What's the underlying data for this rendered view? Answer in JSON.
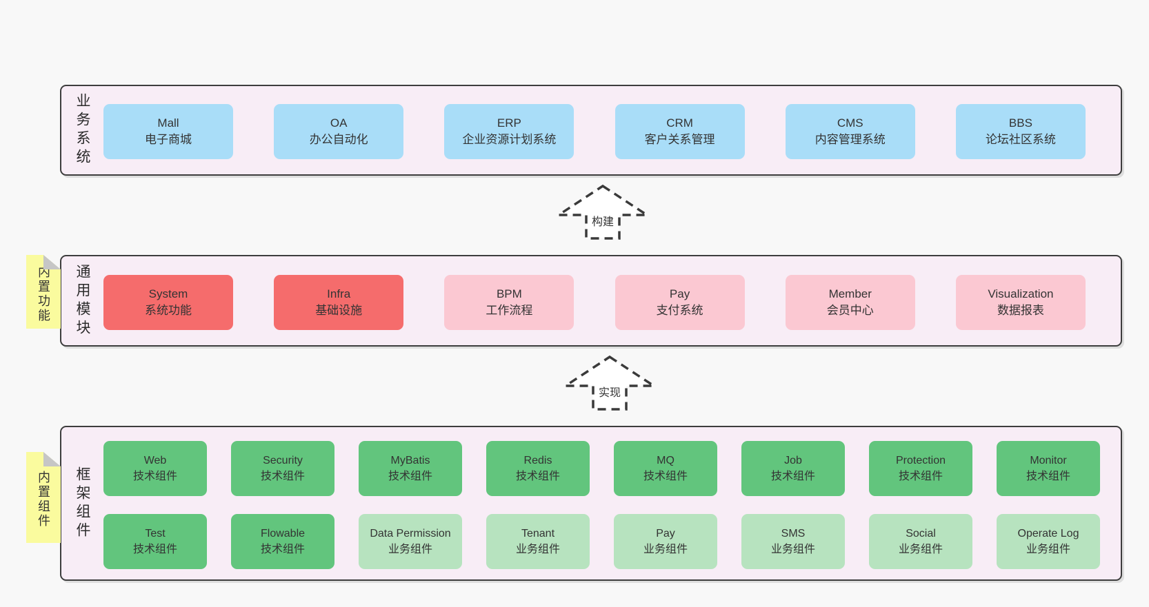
{
  "colors": {
    "page_bg": "#f8f8f8",
    "panel_bg": "#f8edf6",
    "panel_border": "#3d3d3d",
    "blue": "#a9ddf8",
    "red": "#f56c6c",
    "pink": "#fbc8d2",
    "green": "#62c57d",
    "light_green": "#b7e3bf",
    "note_yellow": "#fafb9e",
    "note_fold": "#c6c6c6",
    "text": "#333333"
  },
  "sections": [
    {
      "id": "business-systems",
      "label": "业务系统",
      "rows": [
        [
          {
            "title": "Mall",
            "subtitle": "电子商城",
            "variant": "blue"
          },
          {
            "title": "OA",
            "subtitle": "办公自动化",
            "variant": "blue"
          },
          {
            "title": "ERP",
            "subtitle": "企业资源计划系统",
            "variant": "blue"
          },
          {
            "title": "CRM",
            "subtitle": "客户关系管理",
            "variant": "blue"
          },
          {
            "title": "CMS",
            "subtitle": "内容管理系统",
            "variant": "blue"
          },
          {
            "title": "BBS",
            "subtitle": "论坛社区系统",
            "variant": "blue"
          }
        ]
      ]
    },
    {
      "id": "common-modules",
      "label": "通用模块",
      "note": "内置功能",
      "rows": [
        [
          {
            "title": "System",
            "subtitle": "系统功能",
            "variant": "red"
          },
          {
            "title": "Infra",
            "subtitle": "基础设施",
            "variant": "red"
          },
          {
            "title": "BPM",
            "subtitle": "工作流程",
            "variant": "pink"
          },
          {
            "title": "Pay",
            "subtitle": "支付系统",
            "variant": "pink"
          },
          {
            "title": "Member",
            "subtitle": "会员中心",
            "variant": "pink"
          },
          {
            "title": "Visualization",
            "subtitle": "数据报表",
            "variant": "pink"
          }
        ]
      ]
    },
    {
      "id": "framework-components",
      "label": "框架组件",
      "note": "内置组件",
      "rows": [
        [
          {
            "title": "Web",
            "subtitle": "技术组件",
            "variant": "green"
          },
          {
            "title": "Security",
            "subtitle": "技术组件",
            "variant": "green"
          },
          {
            "title": "MyBatis",
            "subtitle": "技术组件",
            "variant": "green"
          },
          {
            "title": "Redis",
            "subtitle": "技术组件",
            "variant": "green"
          },
          {
            "title": "MQ",
            "subtitle": "技术组件",
            "variant": "green"
          },
          {
            "title": "Job",
            "subtitle": "技术组件",
            "variant": "green"
          },
          {
            "title": "Protection",
            "subtitle": "技术组件",
            "variant": "green"
          },
          {
            "title": "Monitor",
            "subtitle": "技术组件",
            "variant": "green"
          }
        ],
        [
          {
            "title": "Test",
            "subtitle": "技术组件",
            "variant": "green"
          },
          {
            "title": "Flowable",
            "subtitle": "技术组件",
            "variant": "green"
          },
          {
            "title": "Data Permission",
            "subtitle": "业务组件",
            "variant": "light_green"
          },
          {
            "title": "Tenant",
            "subtitle": "业务组件",
            "variant": "light_green"
          },
          {
            "title": "Pay",
            "subtitle": "业务组件",
            "variant": "light_green"
          },
          {
            "title": "SMS",
            "subtitle": "业务组件",
            "variant": "light_green"
          },
          {
            "title": "Social",
            "subtitle": "业务组件",
            "variant": "light_green"
          },
          {
            "title": "Operate Log",
            "subtitle": "业务组件",
            "variant": "light_green"
          }
        ]
      ]
    }
  ],
  "arrows": [
    {
      "id": "build",
      "label": "构建"
    },
    {
      "id": "implement",
      "label": "实现"
    }
  ]
}
